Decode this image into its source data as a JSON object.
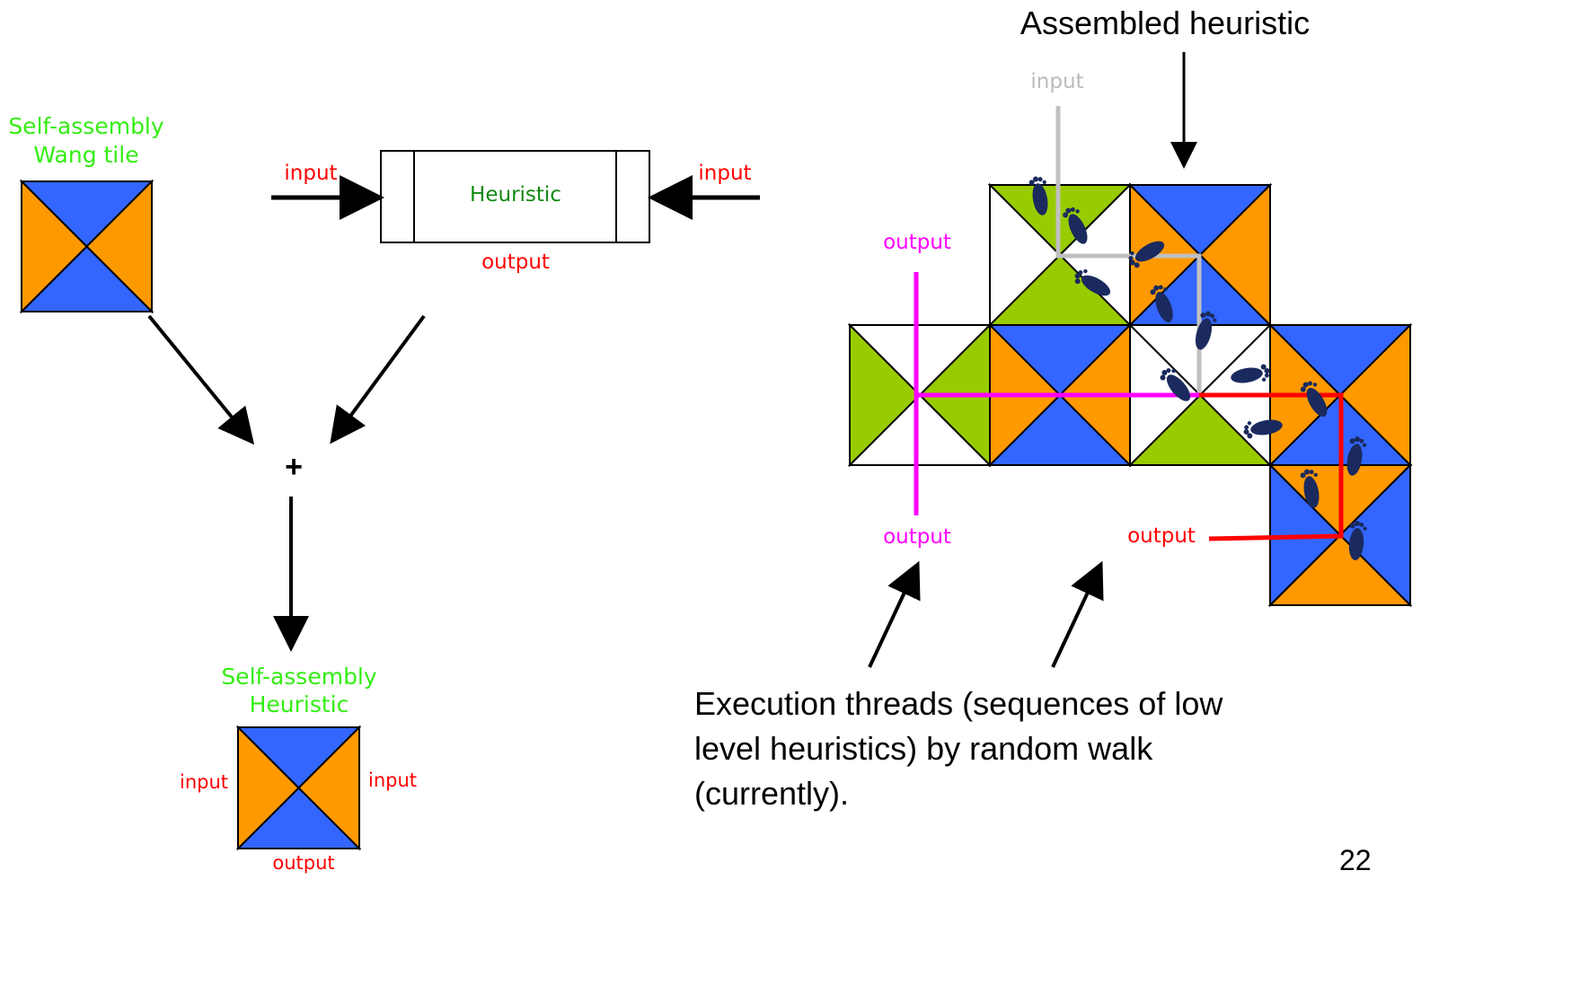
{
  "colors": {
    "blue": "#3366ff",
    "orange": "#ff9900",
    "lime": "#99cc00",
    "white": "#ffffff",
    "label_green": "#33ee11",
    "heuristic_green": "#118811",
    "red": "#ff0000",
    "magenta": "#ff00ff",
    "grey": "#bbbbbb",
    "footprint": "#1a2a5e"
  },
  "left": {
    "wang_tile_line1": "Self-assembly",
    "wang_tile_line2": "Wang tile",
    "heuristic_box_label": "Heuristic",
    "input_left": "input",
    "input_right": "input",
    "output": "output",
    "plus": "+",
    "result_line1": "Self-assembly",
    "result_line2": "Heuristic",
    "result_input_left": "input",
    "result_input_right": "input",
    "result_output": "output"
  },
  "right": {
    "title": "Assembled heuristic",
    "input_top": "input",
    "output_magenta_top": "output",
    "output_magenta_bottom": "output",
    "output_red": "output",
    "caption_line1": "Execution threads (sequences of low",
    "caption_line2": "level heuristics) by random walk",
    "caption_line3": "(currently)."
  },
  "page_number": "22",
  "tile_grid": [
    {
      "row": 0,
      "col": 1,
      "top": "lime",
      "right": "white",
      "bottom": "lime",
      "left": "white"
    },
    {
      "row": 0,
      "col": 2,
      "top": "blue",
      "right": "orange",
      "bottom": "blue",
      "left": "orange"
    },
    {
      "row": 1,
      "col": 0,
      "top": "white",
      "right": "lime",
      "bottom": "white",
      "left": "lime"
    },
    {
      "row": 1,
      "col": 1,
      "top": "blue",
      "right": "orange",
      "bottom": "blue",
      "left": "orange"
    },
    {
      "row": 1,
      "col": 2,
      "top": "white",
      "right": "white",
      "bottom": "lime",
      "left": "white"
    },
    {
      "row": 1,
      "col": 3,
      "top": "blue",
      "right": "orange",
      "bottom": "blue",
      "left": "orange"
    },
    {
      "row": 2,
      "col": 3,
      "top": "orange",
      "right": "blue",
      "bottom": "orange",
      "left": "blue"
    }
  ]
}
